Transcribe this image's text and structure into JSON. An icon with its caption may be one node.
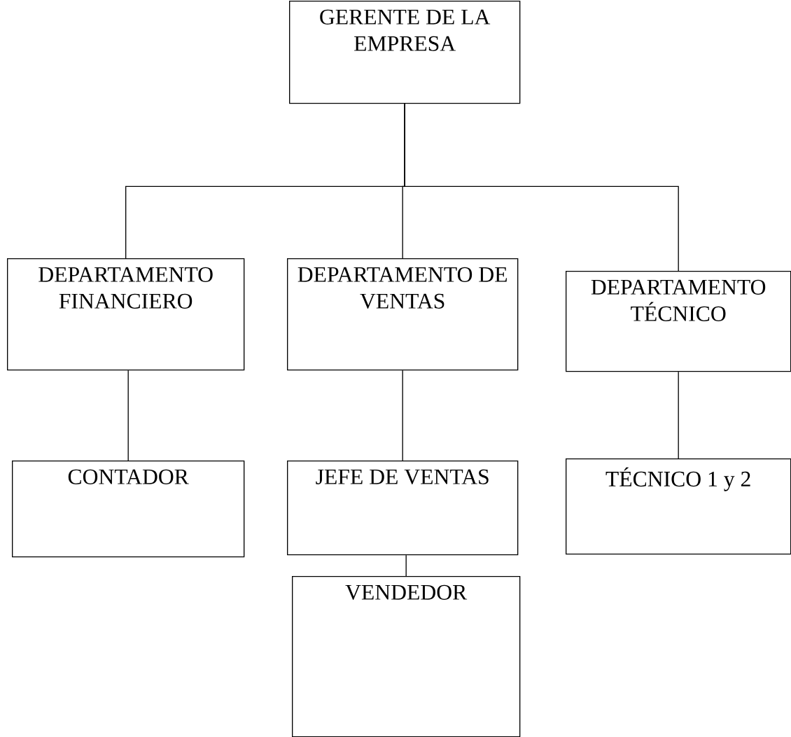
{
  "diagram": {
    "nodes": [
      {
        "text": [
          "GERENTE DE LA EMPRESA"
        ]
      },
      {
        "text": [
          "DEPARTAMENTO FINANCIERO"
        ]
      },
      {
        "text": [
          "DEPARTAMENTO DE VENTAS"
        ]
      },
      {
        "text": [
          "DEPARTAMENTO TÉCNICO"
        ]
      },
      {
        "text": [
          "CONTADOR"
        ]
      },
      {
        "text": [
          "JEFE DE VENTAS"
        ]
      },
      {
        "text": [
          "TÉCNICO 1 y 2"
        ]
      },
      {
        "text": [
          "VENDEDOR"
        ]
      }
    ],
    "edges": [
      {
        "from": 0,
        "to": 1,
        "arrow": "none"
      },
      {
        "from": 0,
        "to": 2,
        "arrow": "none"
      },
      {
        "from": 0,
        "to": 3,
        "arrow": "none"
      },
      {
        "from": 1,
        "to": 4,
        "arrow": "none"
      },
      {
        "from": 2,
        "to": 5,
        "arrow": "none"
      },
      {
        "from": 3,
        "to": 6,
        "arrow": "none"
      },
      {
        "from": 5,
        "to": 7,
        "arrow": "none"
      }
    ]
  }
}
